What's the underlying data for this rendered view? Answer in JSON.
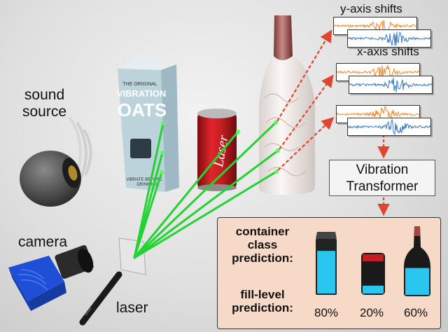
{
  "labels": {
    "sound_source": [
      "sound",
      "source"
    ],
    "camera": "camera",
    "laser": "laser",
    "y_axis_shifts": "y-axis shifts",
    "x_axis_shifts": "x-axis shifts"
  },
  "transformer": [
    "Vibration",
    "Transformer"
  ],
  "prediction_panel": {
    "class_label": [
      "container",
      "class",
      "prediction:"
    ],
    "fill_label": [
      "fill-level",
      "prediction:"
    ],
    "fill_levels": [
      "80%",
      "20%",
      "60%"
    ],
    "fill_fractions": [
      0.8,
      0.2,
      0.6
    ]
  },
  "carton_text": {
    "top": "THE ORIGINAL",
    "line1": "VIBRATION",
    "line2": "OATS",
    "bottom1": "VIBRATE BEFORE",
    "bottom2": "DRINKING"
  },
  "can_text": "Laser",
  "colors": {
    "laser_green": "#22d332",
    "arrow_red": "#e0452e",
    "signal_orange": "#f08a2c",
    "signal_blue": "#3b78c4",
    "liquid_cyan": "#29c6f0",
    "panel_bg": "#f6d9c6"
  }
}
